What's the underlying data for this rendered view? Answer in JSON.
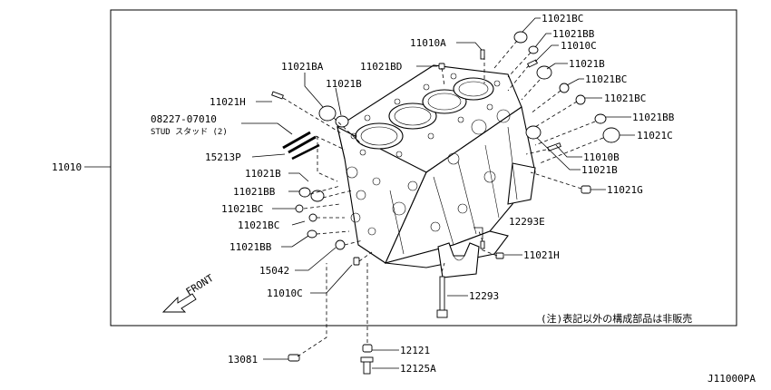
{
  "diagram": {
    "part_labels": [
      "11021BC",
      "11021BB",
      "11010C",
      "11021B",
      "11021BC",
      "11021BC",
      "11021BB",
      "11021C",
      "11010B",
      "11021B",
      "11021G",
      "11010A",
      "11021BD",
      "11021BA",
      "11021B",
      "11021H",
      "08227-07010",
      "STUD スタッド (2)",
      "15213P",
      "11021B",
      "11021BB",
      "11021BC",
      "11021BC",
      "11021BB",
      "15042",
      "11010C",
      "12293E",
      "11021H",
      "12293",
      "12121",
      "12125A",
      "13081",
      "11010"
    ],
    "note": "(注)表記以外の構成部品は非販売",
    "front_label": "FRONT",
    "diagram_code": "J11000PA"
  }
}
